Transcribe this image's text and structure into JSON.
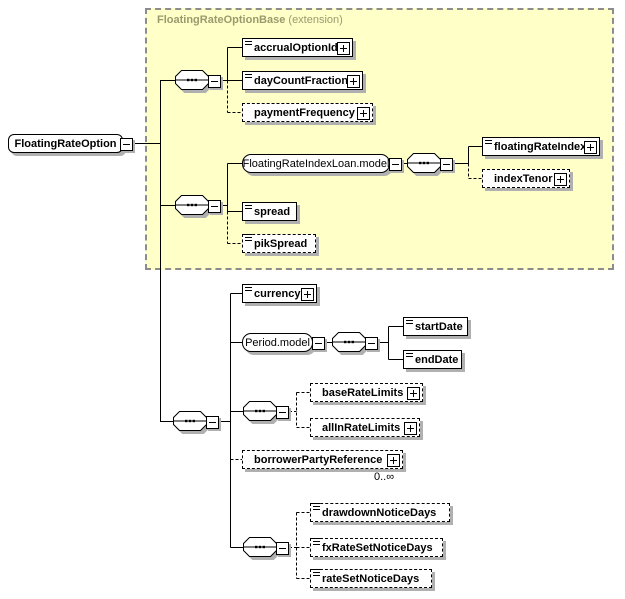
{
  "header": {
    "base_type": "FloatingRateOptionBase",
    "qualifier": "(extension)"
  },
  "nodes": {
    "root": "FloatingRateOption",
    "accrualOptionId": "accrualOptionId",
    "dayCountFraction": "dayCountFraction",
    "paymentFrequency": "paymentFrequency",
    "floatingRateIndexLoanModel": "FloatingRateIndexLoan.model",
    "floatingRateIndex": "floatingRateIndex",
    "indexTenor": "indexTenor",
    "spread": "spread",
    "pikSpread": "pikSpread",
    "currency": "currency",
    "periodModel": "Period.model",
    "startDate": "startDate",
    "endDate": "endDate",
    "baseRateLimits": "baseRateLimits",
    "allInRateLimits": "allInRateLimits",
    "borrowerPartyReference": "borrowerPartyReference",
    "drawdownNoticeDays": "drawdownNoticeDays",
    "fxRateSetNoticeDays": "fxRateSetNoticeDays",
    "rateSetNoticeDays": "rateSetNoticeDays"
  },
  "occurrence": {
    "borrowerPartyReference": "0..∞"
  },
  "colors": {
    "extension_background": "#FFFFC8",
    "extension_border": "#8C8C8C",
    "extension_title": "#9A9A6E",
    "box_shadow": "#B0B0B0",
    "line": "#000000"
  }
}
